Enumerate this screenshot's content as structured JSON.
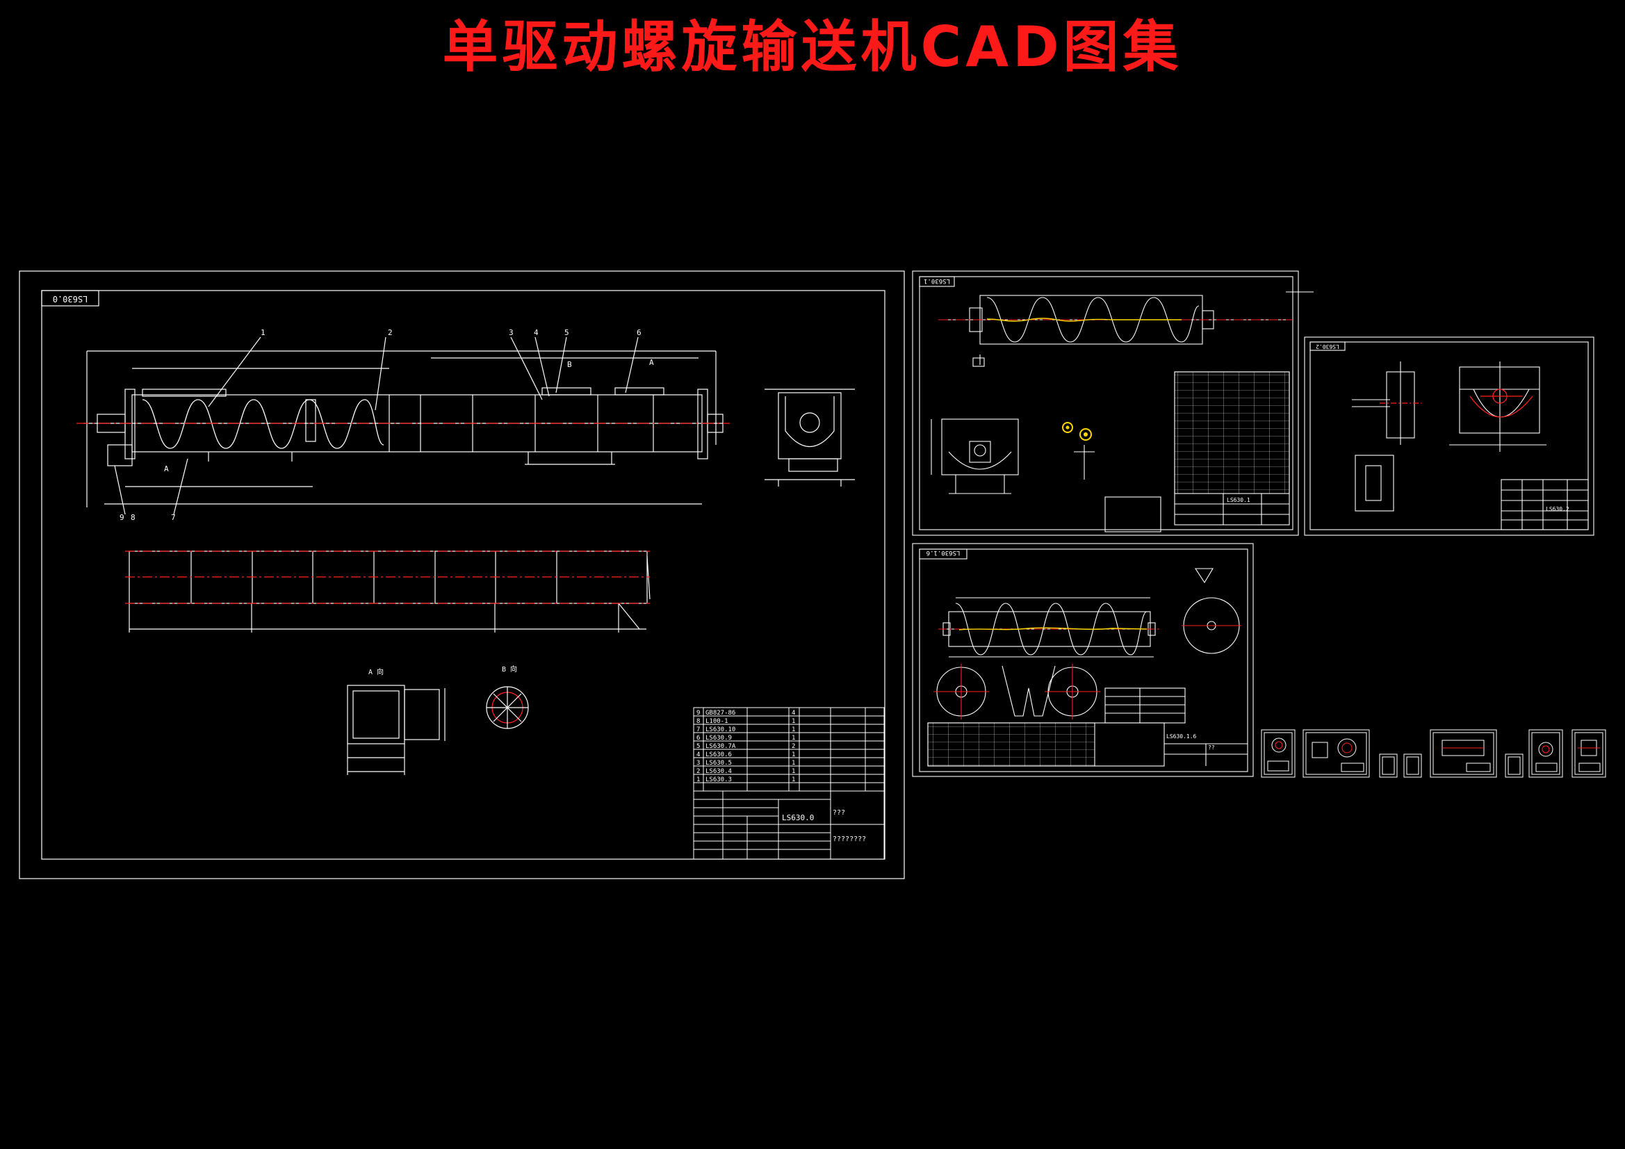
{
  "title": "单驱动螺旋输送机CAD图集",
  "colors": {
    "background": "#000000",
    "title": "#ff1a1a",
    "line": "#ffffff",
    "centerline": "#ff2020",
    "highlight": "#ffd700"
  },
  "main_sheet": {
    "tag": "LS630.0",
    "drawing_no": "LS630.0",
    "balloons": [
      "1",
      "2",
      "3",
      "4",
      "5",
      "6",
      "7",
      "8",
      "9"
    ],
    "view_a": "A",
    "view_b": "B",
    "view_a_label": "A 向",
    "view_b_label": "B 向",
    "unknown_a": "???",
    "unknown_b": "????????",
    "bom_rows": [
      {
        "no": "9",
        "code": "GB827-86",
        "qty": "4"
      },
      {
        "no": "8",
        "code": "L100-1",
        "qty": "1"
      },
      {
        "no": "7",
        "code": "LS630.10",
        "qty": "1"
      },
      {
        "no": "6",
        "code": "LS630.9",
        "qty": "1"
      },
      {
        "no": "5",
        "code": "LS630.7A",
        "qty": "2"
      },
      {
        "no": "4",
        "code": "LS630.6",
        "qty": "1"
      },
      {
        "no": "3",
        "code": "LS630.5",
        "qty": "1"
      },
      {
        "no": "2",
        "code": "LS630.4",
        "qty": "1"
      },
      {
        "no": "1",
        "code": "LS630.3",
        "qty": "1"
      }
    ]
  },
  "sheet2": {
    "tag": "LS630.1",
    "drawing_no": "LS630.1"
  },
  "sheet3": {
    "tag": "LS630.2",
    "drawing_no": "LS630.2"
  },
  "sheet4": {
    "tag": "LS630.1.6",
    "drawing_no": "LS630.1.6",
    "unknown": "??"
  }
}
